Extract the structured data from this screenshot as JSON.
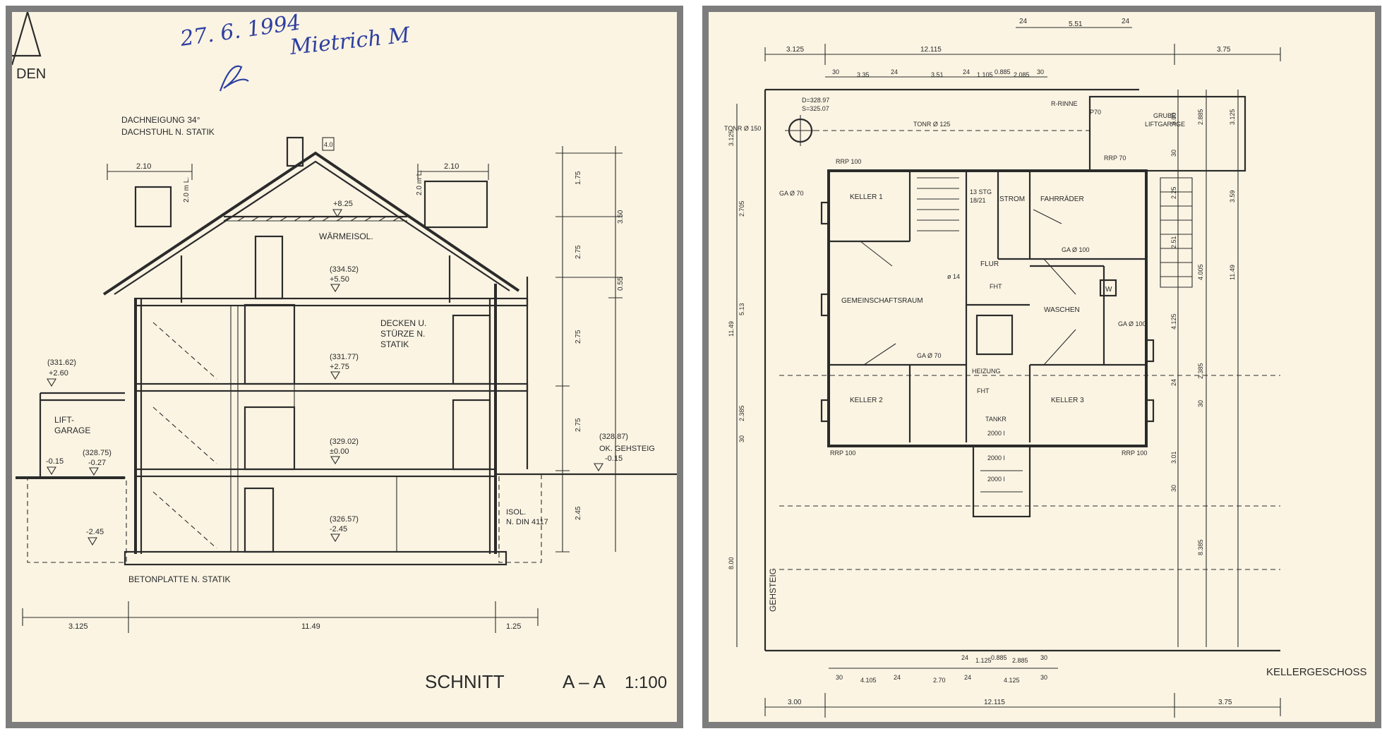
{
  "left_sheet": {
    "corner_label": "DEN",
    "handwritten_date": "27. 6. 1994",
    "handwritten_name": "Mietrich M",
    "notes": {
      "roof_pitch": "DACHNEIGUNG 34°",
      "roof_structure": "DACHSTUHL N. STATIK",
      "insulation": "WÄRMEISOL.",
      "ceilings_1": "DECKEN U.",
      "ceilings_2": "STÜRZE N.",
      "ceilings_3": "STATIK",
      "garage_1": "LIFT-",
      "garage_2": "GARAGE",
      "isol_1": "ISOL.",
      "isol_2": "N. DIN 4117",
      "sidewalk_1": "(328.87)",
      "sidewalk_2": "OK. GEHSTEIG",
      "sidewalk_3": "-0.15",
      "base_plate": "BETONPLATTE N. STATIK"
    },
    "levels": {
      "top": "+8.25",
      "attic_abs": "(334.52)",
      "attic": "+5.50",
      "upper_abs": "(331.77)",
      "upper": "+2.75",
      "ground_abs": "(329.02)",
      "ground": "±0.00",
      "basement_abs": "(326.57)",
      "basement": "-2.45",
      "garage_abs": "(331.62)",
      "garage_top": "+2.60",
      "garage_floor": "-0.15",
      "garage_road_abs": "(328.75)",
      "garage_road": "-0.27",
      "garage_pit": "-2.45"
    },
    "dims": {
      "eave_left": "2.10",
      "eave_right": "2.10",
      "height_left": "2.0 m L.",
      "height_right": "2.0 m L.",
      "ridge": "4.0",
      "v1": "1.75",
      "v2": "2.75",
      "v3": "3.50",
      "v4": "0.55",
      "v5": "2.75",
      "v6": "2.75",
      "v7": "2.45",
      "bottom_left": "3.125",
      "bottom_mid": "11.49",
      "bottom_right": "1.25"
    },
    "title": "SCHNITT",
    "section_id": "A – A",
    "scale": "1:100"
  },
  "right_sheet": {
    "top_dims": {
      "a": "24",
      "b": "5.51",
      "c": "24",
      "left": "3.125",
      "mid": "12.115",
      "right": "3.75",
      "d1": "30",
      "d2": "3.35",
      "d3": "24",
      "d4": "3.51",
      "d5": "24",
      "d6": "1.105",
      "d7": "0.885",
      "d8": "2.085",
      "d9": "30"
    },
    "labels": {
      "chimney_d": "D=328.97",
      "chimney_s": "S=325.07",
      "pipe_left": "TONR Ø 150",
      "pipe_top": "TONR Ø 125",
      "gutter": "R-RINNE",
      "gutter_p": "P70",
      "pit_1": "GRUBE",
      "pit_2": "LIFTGARAGE",
      "rrp100": "RRP 100",
      "rrp70": "RRP 70",
      "ga70": "GA Ø 70",
      "keller1": "KELLER 1",
      "stairs_1": "13 STG",
      "stairs_2": "18/21",
      "strom": "STROM",
      "fahrraeder": "FAHRRÄDER",
      "ga100": "GA Ø 100",
      "flur": "FLUR",
      "w": "W",
      "p14": "ø 14",
      "fht1": "FHT",
      "gemeinschaftsraum": "GEMEINSCHAFTSRAUM",
      "waschen": "WASCHEN",
      "ga100_b": "GA Ø 100",
      "ga70_b": "GA Ø 70",
      "heizung": "HEIZUNG",
      "fht2": "FHT",
      "keller2": "KELLER 2",
      "keller3": "KELLER 3",
      "tankr": "TANKR",
      "tank1": "2000 l",
      "tank2": "2000 l",
      "tank3": "2000 l",
      "rrp100_b": "RRP 100",
      "rrp100_c": "RRP 100",
      "gehsteig": "GEHSTEIG",
      "kellergeschoss": "KELLERGESCHOSS"
    },
    "left_dims": [
      "3.125",
      "2.705",
      "5.13",
      "11.49",
      "2.385",
      "30",
      "8.00"
    ],
    "right_dims": [
      "3.00",
      "2.885",
      "3.125",
      "30",
      "2.25",
      "3.59",
      "2.51",
      "4.005",
      "11.49",
      "4.125",
      "2.385",
      "24",
      "30",
      "3.01",
      "30",
      "8.385"
    ],
    "bottom_dims": {
      "a": "24",
      "b": "1.125",
      "c": "0.885",
      "d": "2.885",
      "e": "30",
      "f": "30",
      "g": "4.105",
      "h": "24",
      "i": "2.70",
      "j": "24",
      "k": "4.125",
      "l": "30",
      "left": "3.00",
      "mid": "12.115",
      "right": "3.75"
    }
  }
}
